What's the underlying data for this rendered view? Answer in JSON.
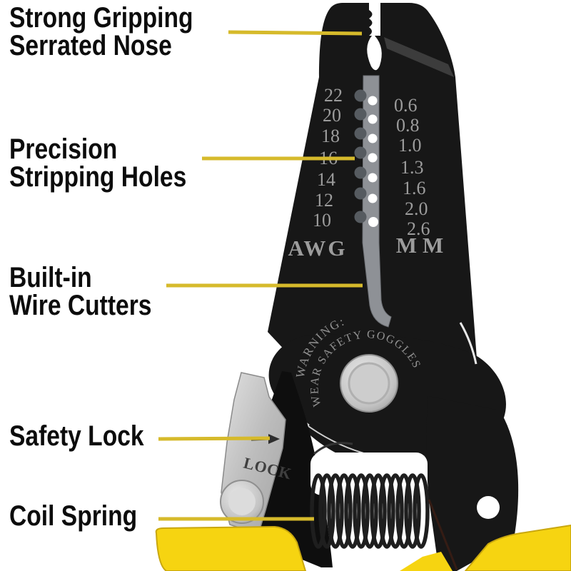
{
  "colors": {
    "background": "#ffffff",
    "tool_black": "#171717",
    "tool_black_dark": "#0e0e0e",
    "leader_line": "#d6ba2b",
    "handle_yellow": "#f6d411",
    "handle_edge": "#c9a70e",
    "engraving_gray": "#9c9c9c",
    "metal_silver": "#c6c6c6",
    "metal_light": "#dedede",
    "strip_gray": "#8e9196"
  },
  "annotations": [
    {
      "id": "serrated-nose",
      "lines": [
        "Strong Gripping",
        "Serrated Nose"
      ]
    },
    {
      "id": "stripping-holes",
      "lines": [
        "Precision",
        "Stripping Holes"
      ]
    },
    {
      "id": "wire-cutters",
      "lines": [
        "Built-in",
        "Wire Cutters"
      ]
    },
    {
      "id": "safety-lock",
      "lines": [
        "Safety Lock"
      ]
    },
    {
      "id": "coil-spring",
      "lines": [
        "Coil Spring"
      ]
    }
  ],
  "tool": {
    "gauge_table": {
      "left_header": "AWG",
      "right_header": "MM",
      "rows": [
        {
          "awg": "22",
          "mm": "0.6"
        },
        {
          "awg": "20",
          "mm": "0.8"
        },
        {
          "awg": "18",
          "mm": "1.0"
        },
        {
          "awg": "16",
          "mm": "1.3"
        },
        {
          "awg": "14",
          "mm": "1.6"
        },
        {
          "awg": "12",
          "mm": "2.0"
        },
        {
          "awg": "10",
          "mm": "2.6"
        }
      ]
    },
    "warning_line1": "WARNING:",
    "warning_line2": "WEAR SAFETY GOGGLES",
    "lock_label": "LOCK"
  }
}
